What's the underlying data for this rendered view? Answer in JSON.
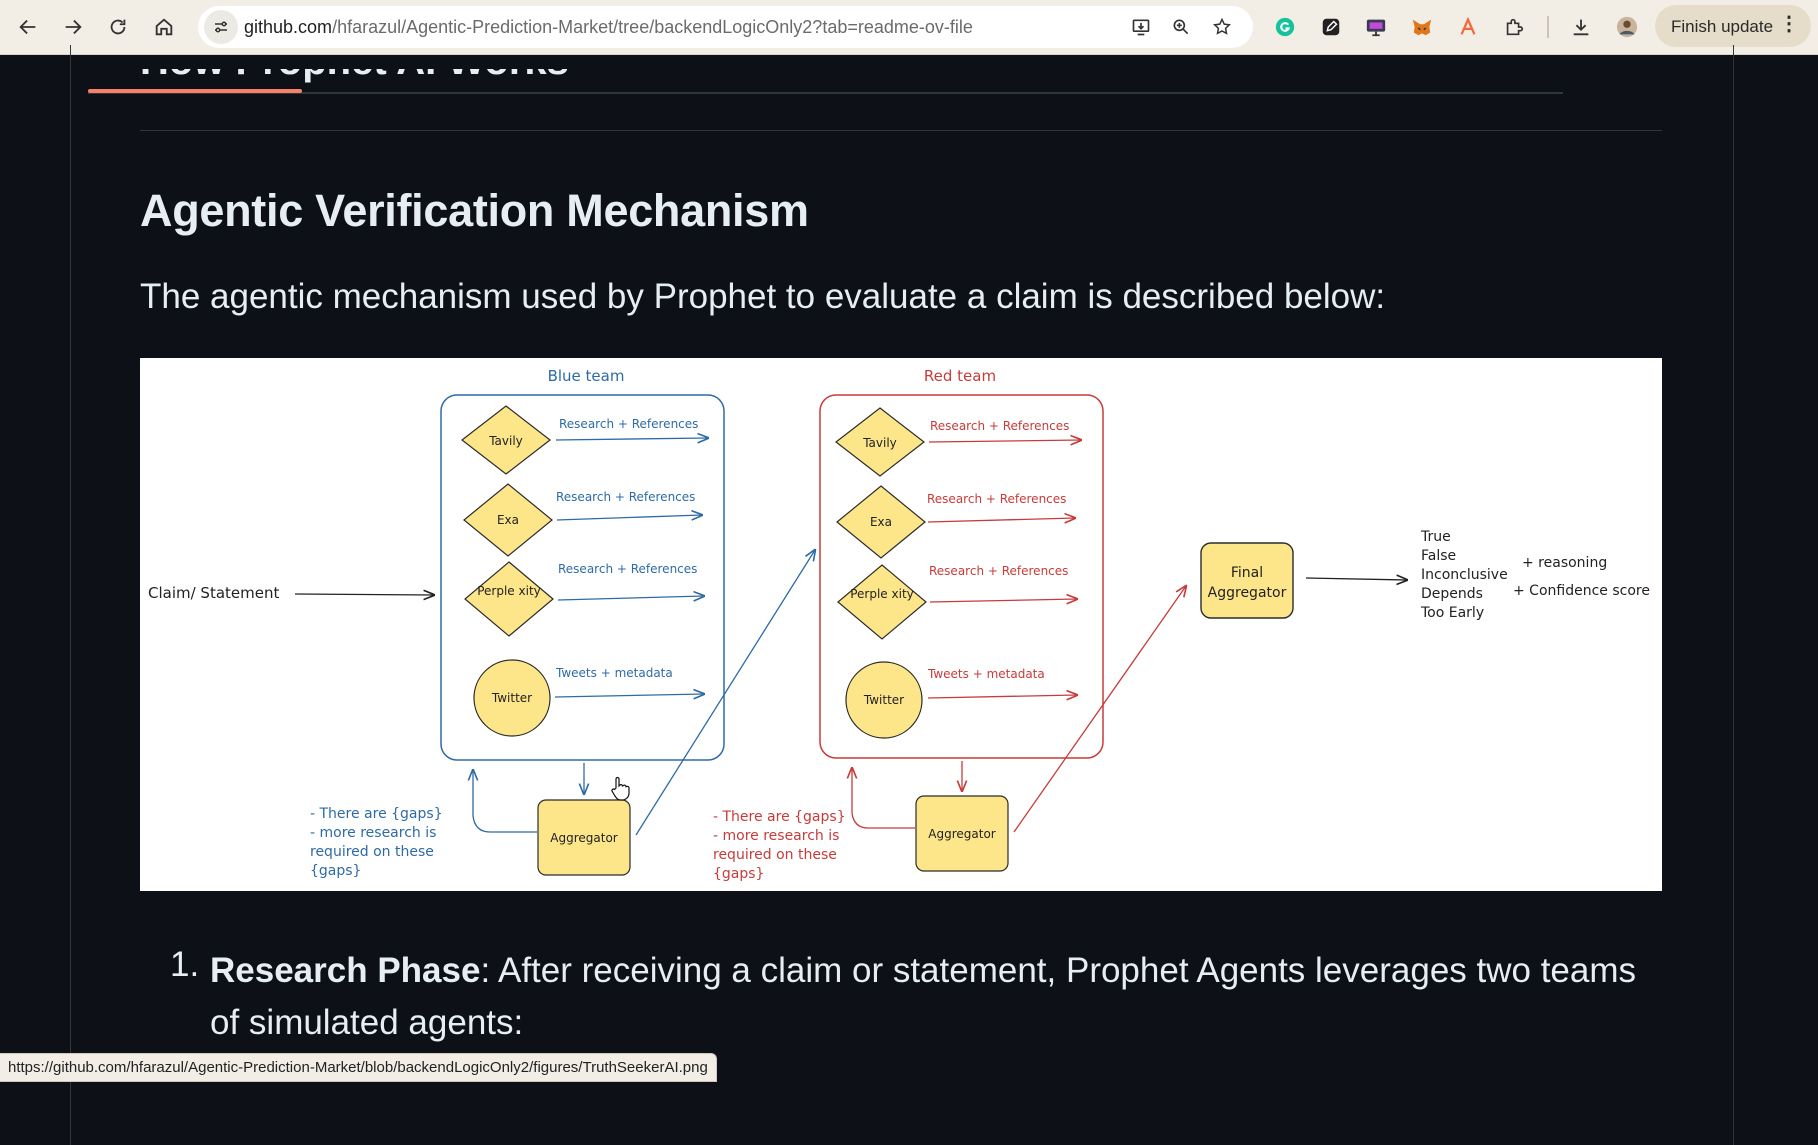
{
  "browser": {
    "url_host": "github.com",
    "url_path": "/hfarazul/Agentic-Prediction-Market/tree/backendLogicOnly2?tab=readme-ov-file",
    "finish_update_label": "Finish update",
    "status_url": "https://github.com/hfarazul/Agentic-Prediction-Market/blob/backendLogicOnly2/figures/TruthSeekerAI.png",
    "icons": [
      "back-icon",
      "forward-icon",
      "reload-icon",
      "home-icon",
      "site-info-icon",
      "install-icon",
      "zoom-icon",
      "bookmark-star-icon",
      "grammarly-icon",
      "pen-extension-icon",
      "monitor-extension-icon",
      "metamask-fox-icon",
      "extension-a-icon",
      "extensions-puzzle-icon",
      "download-icon",
      "profile-avatar",
      "menu-dots-icon"
    ]
  },
  "readme": {
    "previous_heading": "How Prophet AI Works",
    "section_title": "Agentic Verification Mechanism",
    "intro": "The agentic mechanism used by Prophet to evaluate a claim is described below:",
    "list_number": "1.",
    "list_item_bold": "Research Phase",
    "list_item_text": ": After receiving a claim or statement, Prophet Agents leverages two teams of simulated agents:"
  },
  "diagram": {
    "input_label": "Claim/ Statement",
    "blue_team": {
      "title": "Blue team",
      "nodes": [
        "Tavily",
        "Exa",
        "Perple xity",
        "Twitter"
      ],
      "outputs": [
        "Research + References",
        "Research + References",
        "Research + References",
        "Tweets + metadata"
      ],
      "aggregator": "Aggregator",
      "feedback": [
        "- There are {gaps}",
        "- more research is",
        "required on these",
        "{gaps}"
      ]
    },
    "red_team": {
      "title": "Red team",
      "nodes": [
        "Tavily",
        "Exa",
        "Perple xity",
        "Twitter"
      ],
      "outputs": [
        "Research + References",
        "Research + References",
        "Research + References",
        "Tweets + metadata"
      ],
      "aggregator": "Aggregator",
      "feedback": [
        "- There are {gaps}",
        "- more research is",
        "required on these",
        "{gaps}"
      ]
    },
    "final_aggregator": [
      "Final",
      "Aggregator"
    ],
    "verdicts": [
      "True",
      "False",
      "Inconclusive",
      "Depends",
      "Too Early"
    ],
    "extras": [
      "+ reasoning",
      "+ Confidence score"
    ],
    "colors": {
      "blue": "#2f6aa6",
      "red": "#c73b3b",
      "node_fill": "#fde68a",
      "node_stroke": "#2b2b2b"
    }
  }
}
